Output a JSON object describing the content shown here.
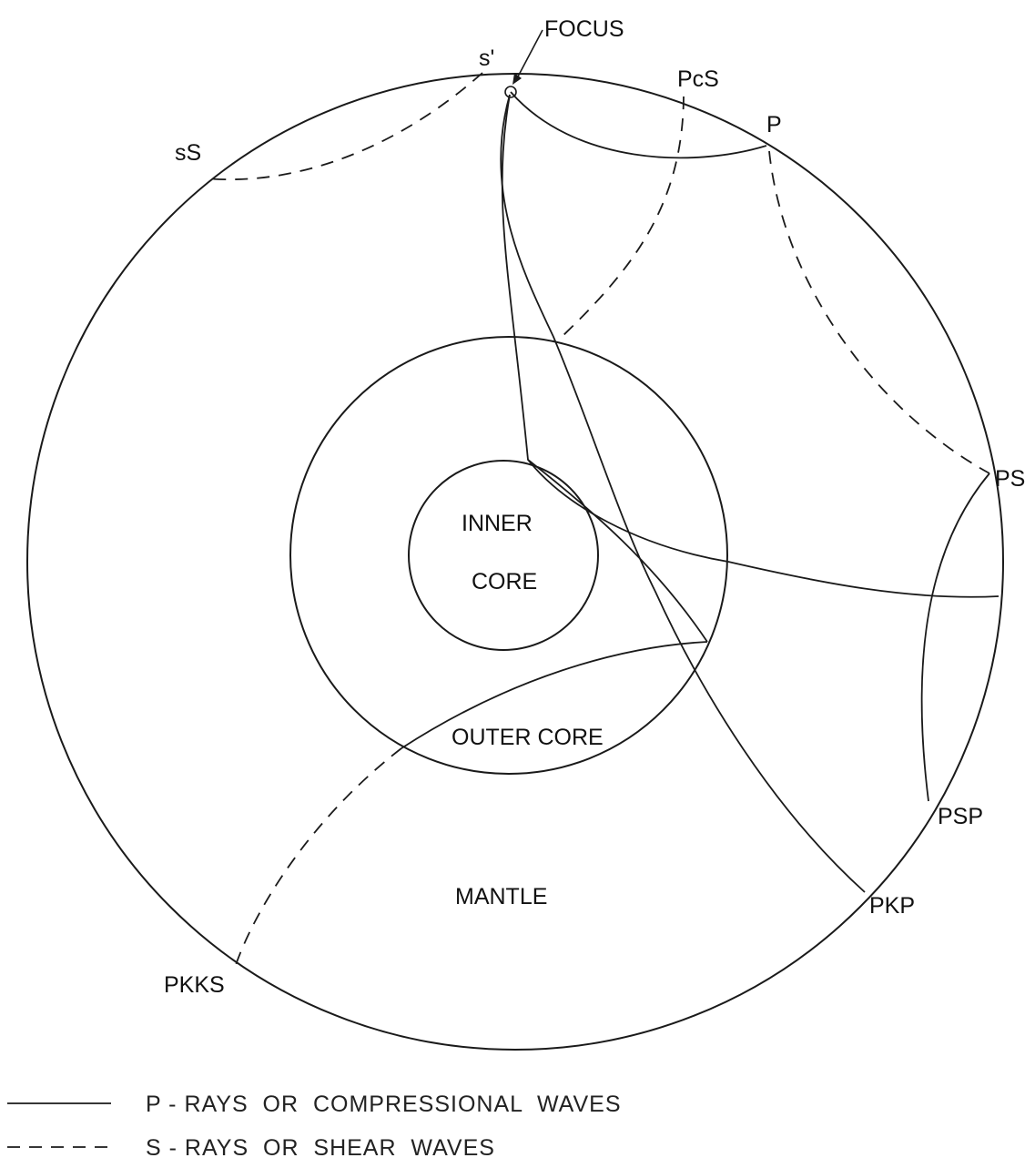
{
  "labels": {
    "focus": "FOCUS",
    "s_prime": "s'",
    "ss": "sS",
    "pcs": "PcS",
    "p": "P",
    "ps": "PS",
    "psp": "PSP",
    "pkp": "PKP",
    "pkks": "PKKS"
  },
  "regions": {
    "inner_core_line1": "INNER",
    "inner_core_line2": "CORE",
    "outer_core": "OUTER CORE",
    "mantle": "MANTLE"
  },
  "legend": {
    "p_rays": "P - RAYS  OR  COMPRESSIONAL  WAVES",
    "s_rays": "S - RAYS  OR  SHEAR  WAVES"
  },
  "colors": {
    "line": "#1a1a1a",
    "background": "#ffffff"
  }
}
